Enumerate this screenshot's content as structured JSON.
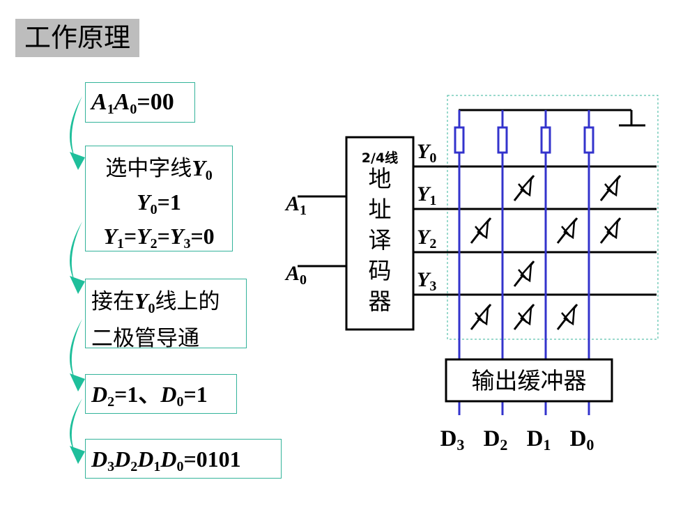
{
  "title": "工作原理",
  "steps": {
    "s1": {
      "A": "A",
      "s1": "1",
      "s0": "0",
      "rest": "=00"
    },
    "s2": {
      "line1_cn": "选中字线",
      "Y": "Y",
      "sub0": "0",
      "line2_Y": "Y",
      "line2_sub": "0",
      "line2_rest": "=1",
      "l3_Y1": "Y",
      "l3_s1": "1",
      "l3_eq1": "=",
      "l3_Y2": "Y",
      "l3_s2": "2",
      "l3_eq2": "=",
      "l3_Y3": "Y",
      "l3_s3": "3",
      "l3_rest": "=0"
    },
    "s3": {
      "p1": "接在",
      "Y": "Y",
      "sub": "0",
      "p2": "线上的",
      "line2": "二极管导通"
    },
    "s4": {
      "D2": "D",
      "s2": "2",
      "eq1": "=1、",
      "D0": "D",
      "s0": "0",
      "eq2": "=1"
    },
    "s5": {
      "D3": "D",
      "s3": "3",
      "D2": "D",
      "s2": "2",
      "D1": "D",
      "s1": "1",
      "D0": "D",
      "s0": "0",
      "rest": "=0101"
    }
  },
  "decoder": {
    "header": "2/4线",
    "chars": [
      "地",
      "址",
      "译",
      "码",
      "器"
    ],
    "inputs": [
      {
        "name": "A",
        "sub": "1"
      },
      {
        "name": "A",
        "sub": "0"
      }
    ],
    "outputs": [
      {
        "name": "Y",
        "sub": "0"
      },
      {
        "name": "Y",
        "sub": "1"
      },
      {
        "name": "Y",
        "sub": "2"
      },
      {
        "name": "Y",
        "sub": "3"
      }
    ]
  },
  "buffer": {
    "label": "输出缓冲器"
  },
  "outputs": [
    {
      "name": "D",
      "sub": "3"
    },
    {
      "name": "D",
      "sub": "2"
    },
    {
      "name": "D",
      "sub": "1"
    },
    {
      "name": "D",
      "sub": "0"
    }
  ],
  "colors": {
    "bitline": "#3333cc",
    "arrow": "#1fbf9b",
    "boxBorder": "#33b39a",
    "dotted": "#33b39a",
    "titleBg": "#bdbdbd"
  }
}
